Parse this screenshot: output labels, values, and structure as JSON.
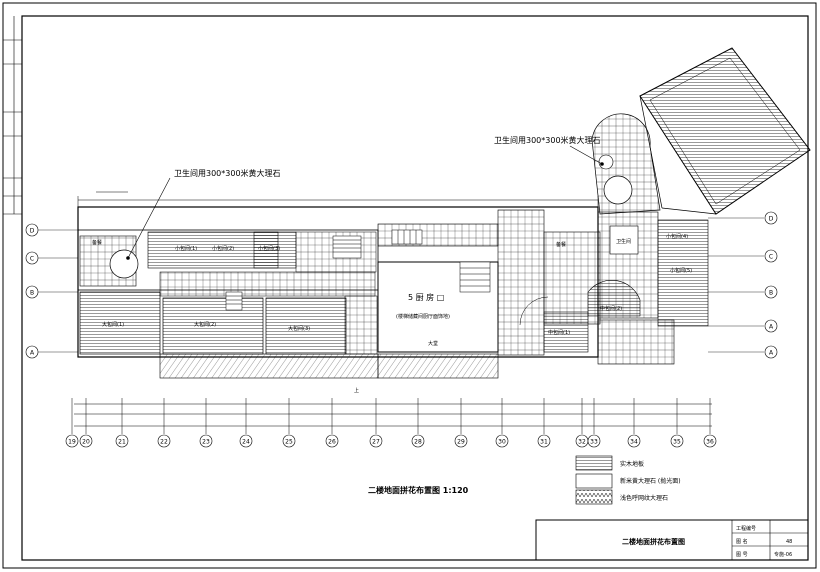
{
  "drawing": {
    "title": "二楼地面拼花布置图 1:120",
    "sheet_name": "二楼地面拼花布置图",
    "note_left": "卫生间用300*300米黄大理石",
    "note_right": "卫生间用300*300米黄大理石",
    "hall_label": "5 厨 房 □",
    "hall_sub": "(楼梯储藏间厨厅面饰地)",
    "stair_up": "上"
  },
  "room_labels": [
    "小包间(1)",
    "小包间(2)",
    "小包间(3)",
    "大包间(1)",
    "大包间(2)",
    "大包间(3)",
    "中包间(1)",
    "中包间(2)",
    "小包间(4)",
    "小包间(5)",
    "卫生间",
    "备餐",
    "备餐",
    "大堂"
  ],
  "column_grid": [
    "19",
    "20",
    "21",
    "22",
    "23",
    "24",
    "25",
    "26",
    "27",
    "28",
    "29",
    "30",
    "31",
    "32",
    "33",
    "34",
    "35",
    "36"
  ],
  "row_grid_left": [
    "D",
    "C",
    "B",
    "A"
  ],
  "row_grid_right": [
    "D",
    "C",
    "B",
    "A",
    "A"
  ],
  "legend": [
    {
      "label": "实木地板",
      "pattern": "hatch"
    },
    {
      "label": "新米黄大理石 (抛光面)",
      "pattern": "blank"
    },
    {
      "label": "浅色呼网纹大理石",
      "pattern": "zigzag"
    }
  ],
  "title_block": {
    "rows": [
      {
        "key": "工程编号",
        "value": ""
      },
      {
        "key": "图 名",
        "value": "48"
      },
      {
        "key": "图 号",
        "value": "专施-06"
      }
    ]
  },
  "colors": {
    "line": "#000000",
    "background": "#ffffff"
  }
}
